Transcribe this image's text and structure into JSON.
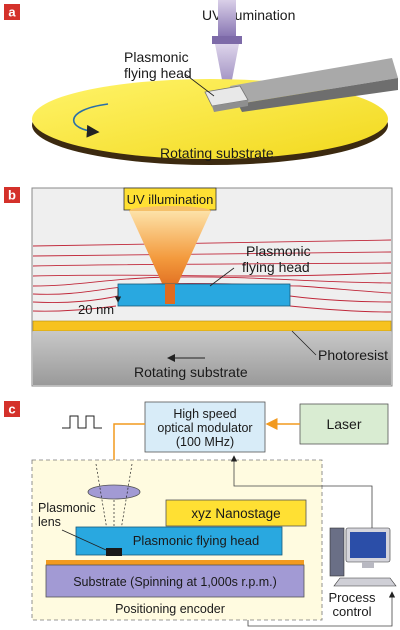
{
  "panel_a": {
    "badge": "a",
    "uv_label": "UV illumination",
    "head_label_1": "Plasmonic",
    "head_label_2": "flying head",
    "substrate_label": "Rotating substrate"
  },
  "panel_b": {
    "badge": "b",
    "uv_label": "UV illumination",
    "head_label_1": "Plasmonic",
    "head_label_2": "flying head",
    "gap_label": "20 nm",
    "photoresist_label": "Photoresist",
    "substrate_label": "Rotating substrate"
  },
  "panel_c": {
    "badge": "c",
    "modulator_1": "High speed",
    "modulator_2": "optical modulator",
    "modulator_3": "(100 MHz)",
    "laser": "Laser",
    "nanostage": "xyz Nanostage",
    "lens_1": "Plasmonic",
    "lens_2": "lens",
    "flying_head": "Plasmonic flying head",
    "substrate": "Substrate (Spinning at 1,000s r.p.m.)",
    "encoder": "Positioning encoder",
    "process_1": "Process",
    "process_2": "control"
  },
  "colors": {
    "badge": "#d4312a",
    "yellow": "#ffe033",
    "blue": "#29a8e0",
    "lavender": "#a29ad4",
    "orange": "#f29a1f",
    "light_blue": "#d8ecf8",
    "light_green": "#d9ecd2",
    "light_yellow": "#fffbe0",
    "field_line": "#c0283a"
  },
  "icons": [
    "uv-cone-icon",
    "square-pulse-icon",
    "computer-icon",
    "rotation-arrow-icon"
  ]
}
